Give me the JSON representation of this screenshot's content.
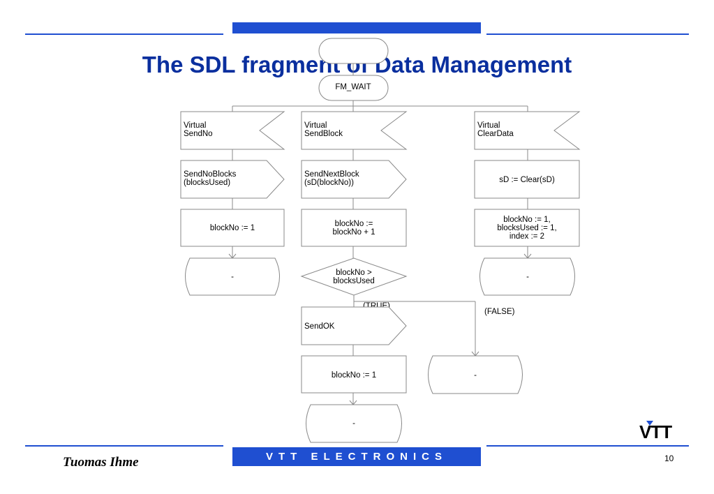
{
  "slide": {
    "title": "The SDL fragment of Data Management",
    "footer_company": "VTT ELECTRONICS",
    "author": "Tuomas Ihme",
    "page_number": "10",
    "logo_text": "VTT",
    "colors": {
      "accent": "#1f4fd1",
      "title": "#0a2f9e"
    }
  },
  "diagram": {
    "state": "FM_WAIT",
    "input_sendno": [
      "Virtual",
      "SendNo"
    ],
    "input_sendblock": [
      "Virtual",
      "SendBlock"
    ],
    "input_cleardata": [
      "Virtual",
      "ClearData"
    ],
    "output_sendnoblocks": [
      "SendNoBlocks",
      "(blocksUsed)"
    ],
    "output_sendnextblock": [
      "SendNextBlock",
      "(sD(blockNo))"
    ],
    "task_clear": "sD := Clear(sD)",
    "task_blockno_1a": "blockNo := 1",
    "task_increment": [
      "blockNo :=",
      "blockNo + 1"
    ],
    "task_reset": [
      "blockNo := 1,",
      "blocksUsed := 1,",
      "index := 2"
    ],
    "nextstate_1": "-",
    "decision": [
      "blockNo >",
      "blocksUsed"
    ],
    "nextstate_3": "-",
    "label_true": "(TRUE)",
    "label_false": "(FALSE)",
    "output_sendok": "SendOK",
    "task_blockno_1b": "blockNo := 1",
    "nextstate_false": "-",
    "nextstate_end": "-"
  }
}
